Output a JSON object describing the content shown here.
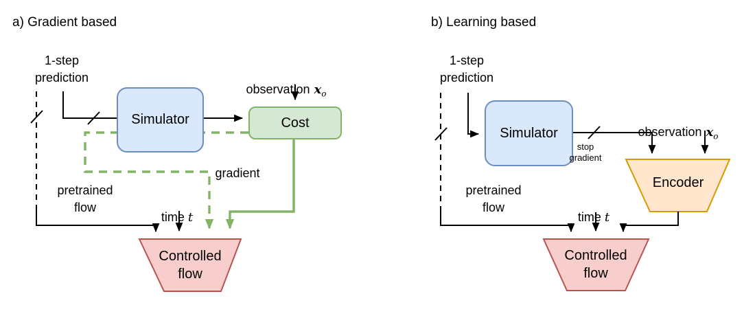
{
  "colors": {
    "background": "#ffffff",
    "line": "#000000",
    "green_line": "#82b366",
    "simulator_fill": "#dae8fc",
    "simulator_border": "#6c8ebf",
    "cost_fill": "#d5e8d4",
    "cost_border": "#82b366",
    "controlled_fill": "#f8cecc",
    "controlled_border": "#b85450",
    "encoder_fill": "#ffe6cc",
    "encoder_border": "#d79b00"
  },
  "panel_a": {
    "title": "a) Gradient based",
    "one_step_label": "1-step\nprediction",
    "observation_label": "observation",
    "observation_math": "x",
    "observation_sub": "o",
    "simulator_label": "Simulator",
    "cost_label": "Cost",
    "gradient_label": "gradient",
    "pretrained_label": "pretrained\nflow",
    "time_label": "time",
    "time_math": "t",
    "controlled_label": "Controlled\nflow"
  },
  "panel_b": {
    "title": "b) Learning based",
    "one_step_label": "1-step\nprediction",
    "observation_label": "observation",
    "observation_math": "x",
    "observation_sub": "o",
    "simulator_label": "Simulator",
    "stop_gradient_label": "stop\ngradient",
    "encoder_label": "Encoder",
    "pretrained_label": "pretrained\nflow",
    "time_label": "time",
    "time_math": "t",
    "controlled_label": "Controlled\nflow"
  }
}
